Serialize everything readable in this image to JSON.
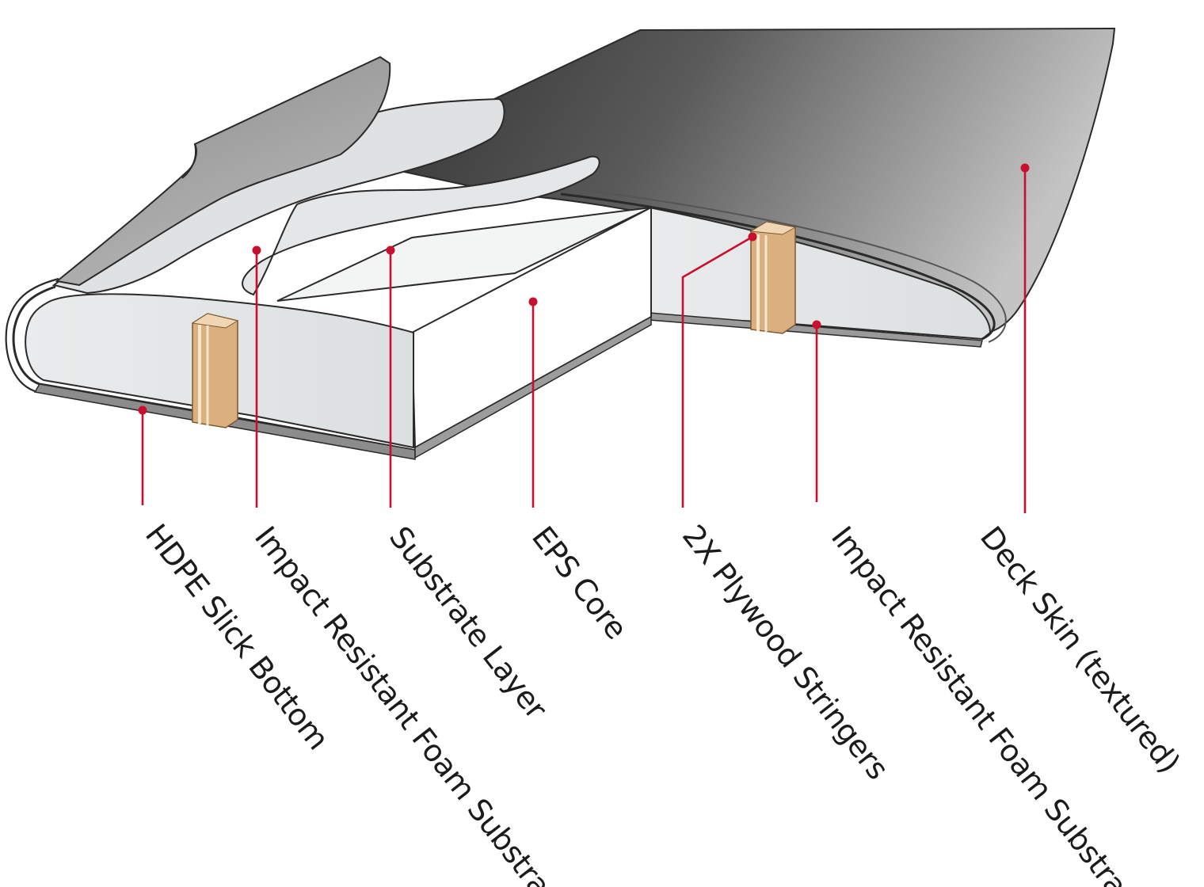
{
  "colors": {
    "leader": "#c8102e",
    "label_text": "#1b1b1b",
    "deck_dark": "#333333",
    "deck_light": "#bdbdbd",
    "foam": "#e6e8e9",
    "core": "#ffffff",
    "plywood": "#dcb07e",
    "outline": "#2a2a2a"
  },
  "callouts": [
    {
      "id": "hdpe-slick-bottom",
      "label": "HDPE Slick Bottom"
    },
    {
      "id": "impact-resistant-foam-substrate-bottom",
      "label": "Impact Resistant Foam Substrate"
    },
    {
      "id": "substrate-layer",
      "label": "Substrate Layer"
    },
    {
      "id": "eps-core",
      "label": "EPS Core"
    },
    {
      "id": "plywood-stringers",
      "label": "2X Plywood Stringers"
    },
    {
      "id": "impact-resistant-foam-substrate-top",
      "label": "Impact Resistant Foam Substrate"
    },
    {
      "id": "deck-skin",
      "label": "Deck Skin (textured)"
    }
  ]
}
